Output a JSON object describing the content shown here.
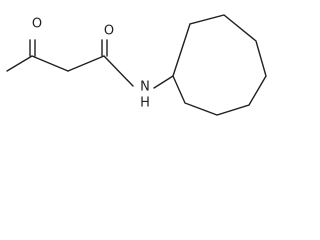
{
  "molecule": {
    "atoms": {
      "ketone_oxygen": "O",
      "amide_oxygen": "O",
      "amide_nitrogen": "N",
      "amide_hydrogen": "H"
    }
  },
  "colors": {
    "bond": "#1f1f1f",
    "label": "#1f1f1f",
    "background": "#ffffff"
  }
}
